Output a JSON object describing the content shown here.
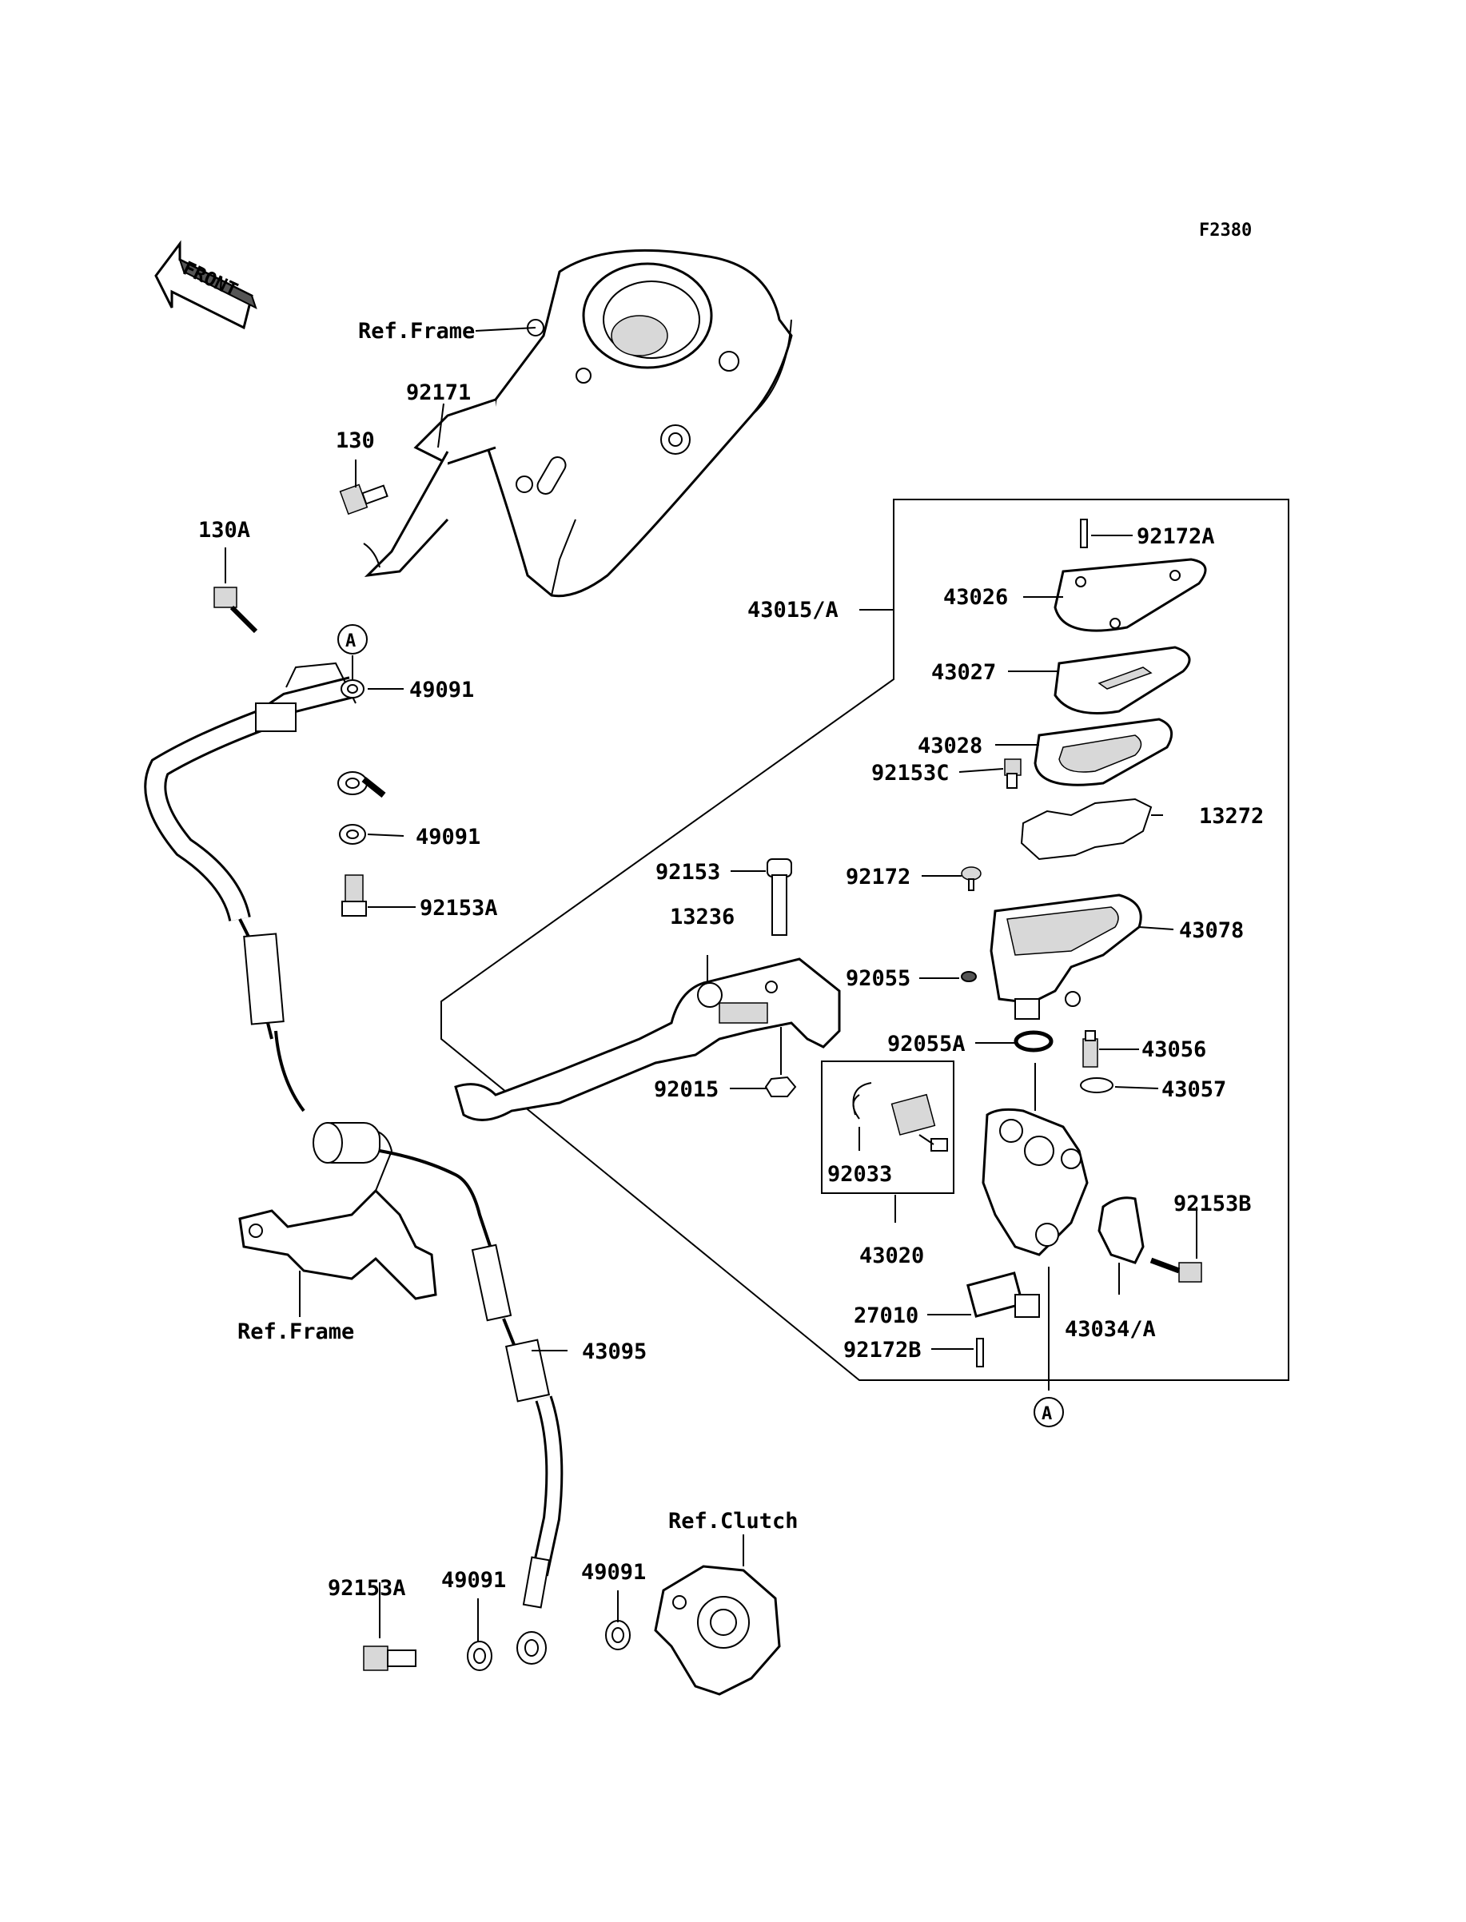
{
  "figure_code": "F2380",
  "front_label": "FRONT",
  "callout_a": "A",
  "refs": {
    "frame_top": "Ref.Frame",
    "frame_bottom": "Ref.Frame",
    "clutch": "Ref.Clutch"
  },
  "parts": {
    "p92171": "92171",
    "p130": "130",
    "p130A": "130A",
    "p49091_upper": "49091",
    "p49091_lower": "49091",
    "p92153A_upper": "92153A",
    "p43015A": "43015/A",
    "p92172A": "92172A",
    "p43026": "43026",
    "p43027": "43027",
    "p43028": "43028",
    "p92153C": "92153C",
    "p13272": "13272",
    "p92153": "92153",
    "p92172": "92172",
    "p13236": "13236",
    "p43078": "43078",
    "p92055": "92055",
    "p92055A": "92055A",
    "p43056": "43056",
    "p92015": "92015",
    "p43057": "43057",
    "p92033": "92033",
    "p92153B": "92153B",
    "p43020": "43020",
    "p27010": "27010",
    "p43034A": "43034/A",
    "p92172B": "92172B",
    "p43095": "43095",
    "p92153A_lower": "92153A",
    "p49091_bl1": "49091",
    "p49091_bl2": "49091"
  }
}
